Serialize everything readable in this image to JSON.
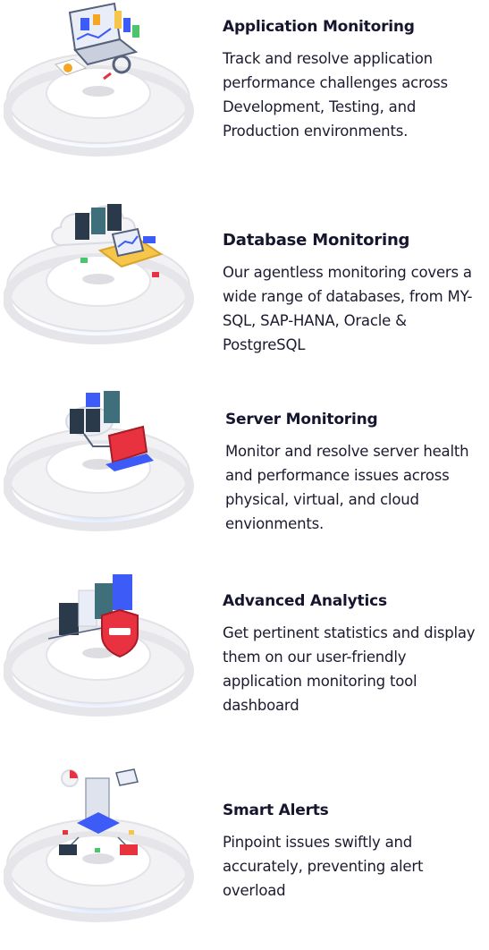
{
  "features": [
    {
      "title": "Application Monitoring",
      "description": "Track and resolve application performance challenges across Development, Testing, and Production environments.",
      "illustration": "laptop-charts-icon"
    },
    {
      "title": "Database  Monitoring",
      "description": "Our agentless monitoring covers a wide range of databases, from MY-SQL, SAP-HANA, Oracle & PostgreSQL",
      "illustration": "database-cloud-icon"
    },
    {
      "title": "Server Monitoring",
      "description": "Monitor and resolve server health and performance issues across physical, virtual, and cloud envionments.",
      "illustration": "server-monitor-icon"
    },
    {
      "title": "Advanced Analytics",
      "description": "Get pertinent statistics and display them on our user-friendly application monitoring tool dashboard",
      "illustration": "analytics-shield-icon"
    },
    {
      "title": "Smart Alerts",
      "description": "Pinpoint issues swiftly and accurately, preventing alert overload",
      "illustration": "alert-network-icon"
    }
  ],
  "colors": {
    "text": "#15152e",
    "platform": "#e9e9ec",
    "glow": "#cfe0ff",
    "accent_blue": "#3d5bf6",
    "accent_red": "#e8323f",
    "server_dark": "#2b3a4a",
    "server_teal": "#3f6f7a"
  }
}
